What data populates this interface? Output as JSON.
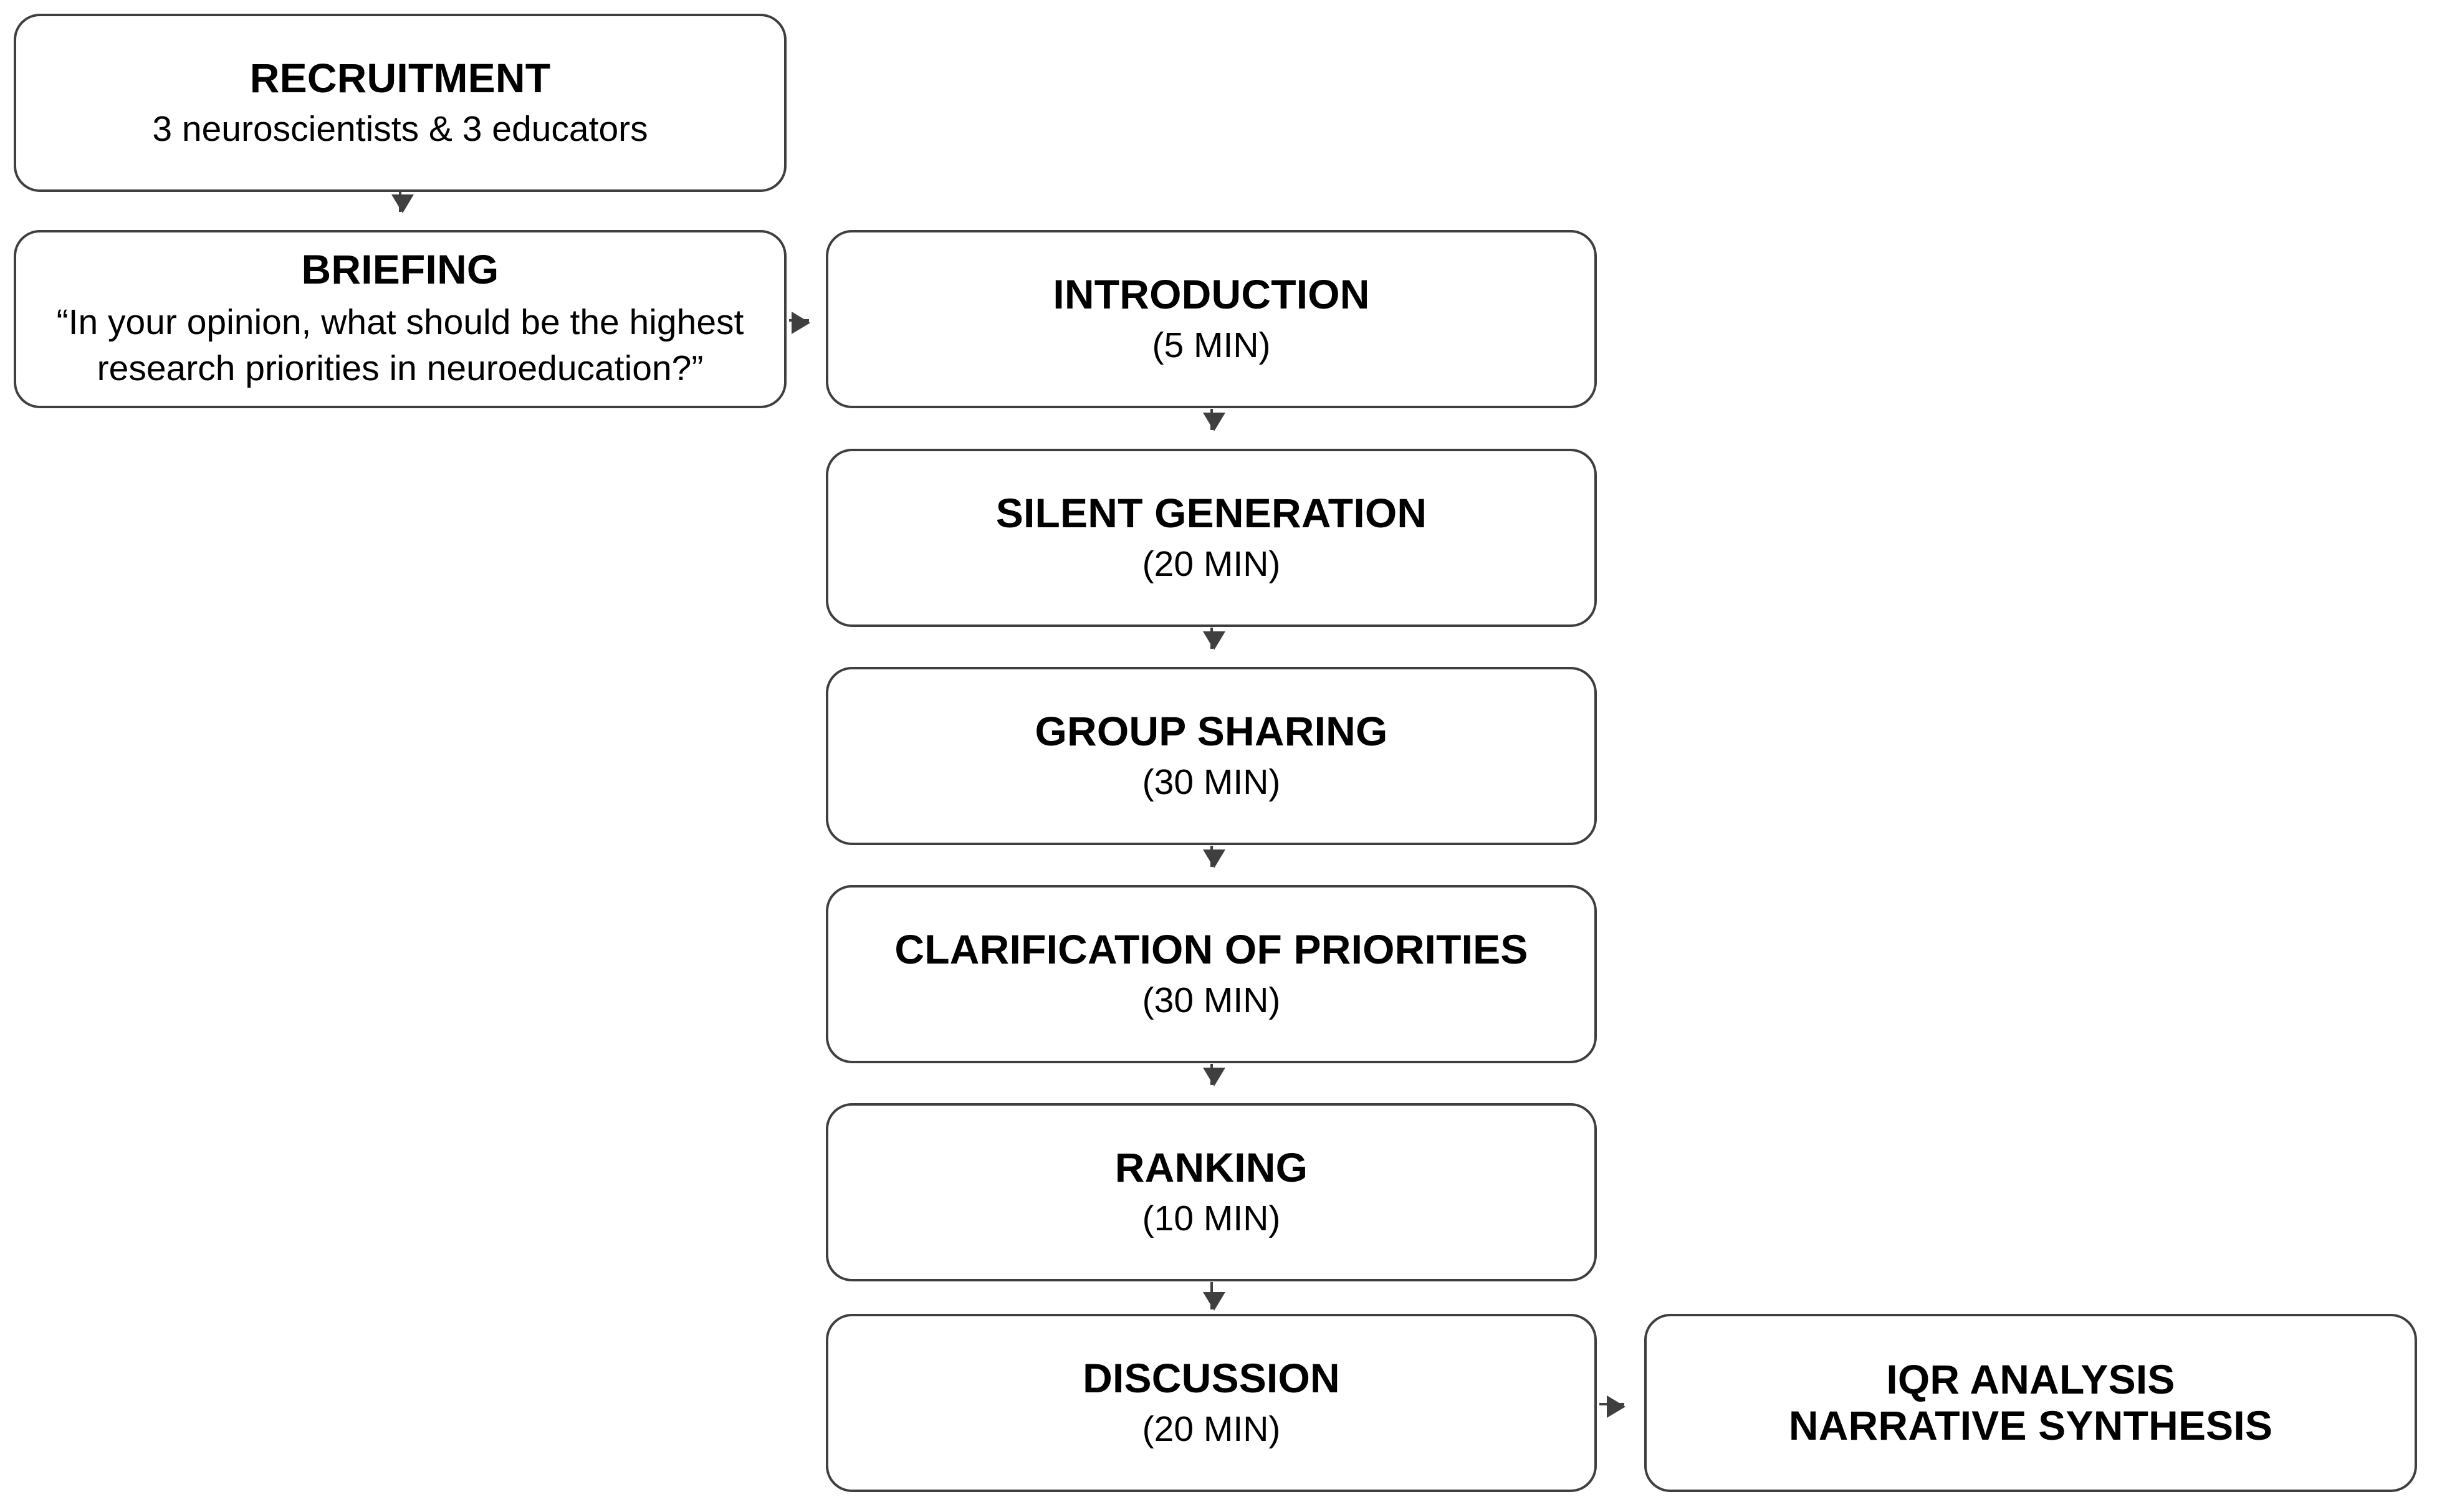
{
  "diagram": {
    "type": "flowchart",
    "orientation": "top-to-bottom-left-to-right",
    "background_color": "#ffffff",
    "border_color": "#3f3f3f",
    "text_color": "#000000",
    "nodes": [
      {
        "id": "recruitment",
        "title": "RECRUITMENT",
        "subtitle": "3 neuroscientists & 3 educators",
        "column": "left"
      },
      {
        "id": "briefing",
        "title": "BRIEFING",
        "subtitle": "“In your opinion, what should be the highest research priorities in neuroeducation?”",
        "column": "left"
      },
      {
        "id": "introduction",
        "title": "INTRODUCTION",
        "subtitle": "(5 MIN)",
        "column": "middle"
      },
      {
        "id": "silent-generation",
        "title": "SILENT GENERATION",
        "subtitle": "(20 MIN)",
        "column": "middle"
      },
      {
        "id": "group-sharing",
        "title": "GROUP SHARING",
        "subtitle": "(30 MIN)",
        "column": "middle"
      },
      {
        "id": "clarification-of-priorities",
        "title": "CLARIFICATION OF PRIORITIES",
        "subtitle": "(30 MIN)",
        "column": "middle"
      },
      {
        "id": "ranking",
        "title": "RANKING",
        "subtitle": "(10 MIN)",
        "column": "middle"
      },
      {
        "id": "discussion",
        "title": "DISCUSSION",
        "subtitle": "(20 MIN)",
        "column": "middle"
      },
      {
        "id": "iqr-analysis",
        "title_line_1": "IQR ANALYSIS",
        "title_line_2": "NARRATIVE SYNTHESIS",
        "column": "right"
      }
    ],
    "edges": [
      {
        "from": "recruitment",
        "to": "briefing",
        "direction": "down"
      },
      {
        "from": "briefing",
        "to": "introduction",
        "direction": "right"
      },
      {
        "from": "introduction",
        "to": "silent-generation",
        "direction": "down"
      },
      {
        "from": "silent-generation",
        "to": "group-sharing",
        "direction": "down"
      },
      {
        "from": "group-sharing",
        "to": "clarification-of-priorities",
        "direction": "down"
      },
      {
        "from": "clarification-of-priorities",
        "to": "ranking",
        "direction": "down"
      },
      {
        "from": "ranking",
        "to": "discussion",
        "direction": "down"
      },
      {
        "from": "discussion",
        "to": "iqr-analysis",
        "direction": "right"
      }
    ]
  }
}
